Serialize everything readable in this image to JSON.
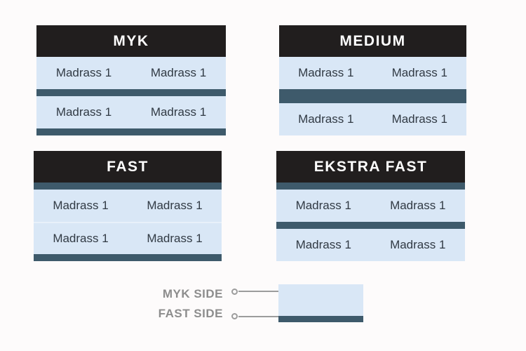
{
  "colors": {
    "background": "#fdfbfb",
    "header_bg": "#211e1e",
    "header_text": "#ffffff",
    "soft_layer": "#d9e7f6",
    "soft_divider": "#e8f0fa",
    "firm_layer": "#3e5a6b",
    "label_text": "#313a44",
    "legend_text": "#8d8d8d",
    "legend_line": "#9c9c9c"
  },
  "panels": [
    {
      "id": "myk",
      "title": "MYK",
      "layers": [
        {
          "kind": "soft",
          "labels": [
            "Madrass 1",
            "Madrass 1"
          ]
        },
        {
          "kind": "firm"
        },
        {
          "kind": "soft",
          "labels": [
            "Madrass 1",
            "Madrass 1"
          ]
        },
        {
          "kind": "firm"
        }
      ]
    },
    {
      "id": "medium",
      "title": "MEDIUM",
      "layers": [
        {
          "kind": "soft",
          "labels": [
            "Madrass 1",
            "Madrass 1"
          ]
        },
        {
          "kind": "firm",
          "thickness": "double"
        },
        {
          "kind": "soft",
          "labels": [
            "Madrass 1",
            "Madrass 1"
          ]
        }
      ]
    },
    {
      "id": "fast",
      "title": "FAST",
      "layers": [
        {
          "kind": "firm"
        },
        {
          "kind": "soft",
          "labels": [
            "Madrass 1",
            "Madrass 1"
          ]
        },
        {
          "kind": "soft",
          "labels": [
            "Madrass 1",
            "Madrass 1"
          ]
        }
      ]
    },
    {
      "id": "ekstra-fast",
      "title": "EKSTRA FAST",
      "layers": [
        {
          "kind": "firm"
        },
        {
          "kind": "soft",
          "labels": [
            "Madrass 1",
            "Madrass 1"
          ]
        },
        {
          "kind": "firm"
        },
        {
          "kind": "soft",
          "labels": [
            "Madrass 1",
            "Madrass 1"
          ]
        }
      ]
    }
  ],
  "legend": {
    "myk_side_label": "MYK SIDE",
    "fast_side_label": "FAST SIDE"
  }
}
